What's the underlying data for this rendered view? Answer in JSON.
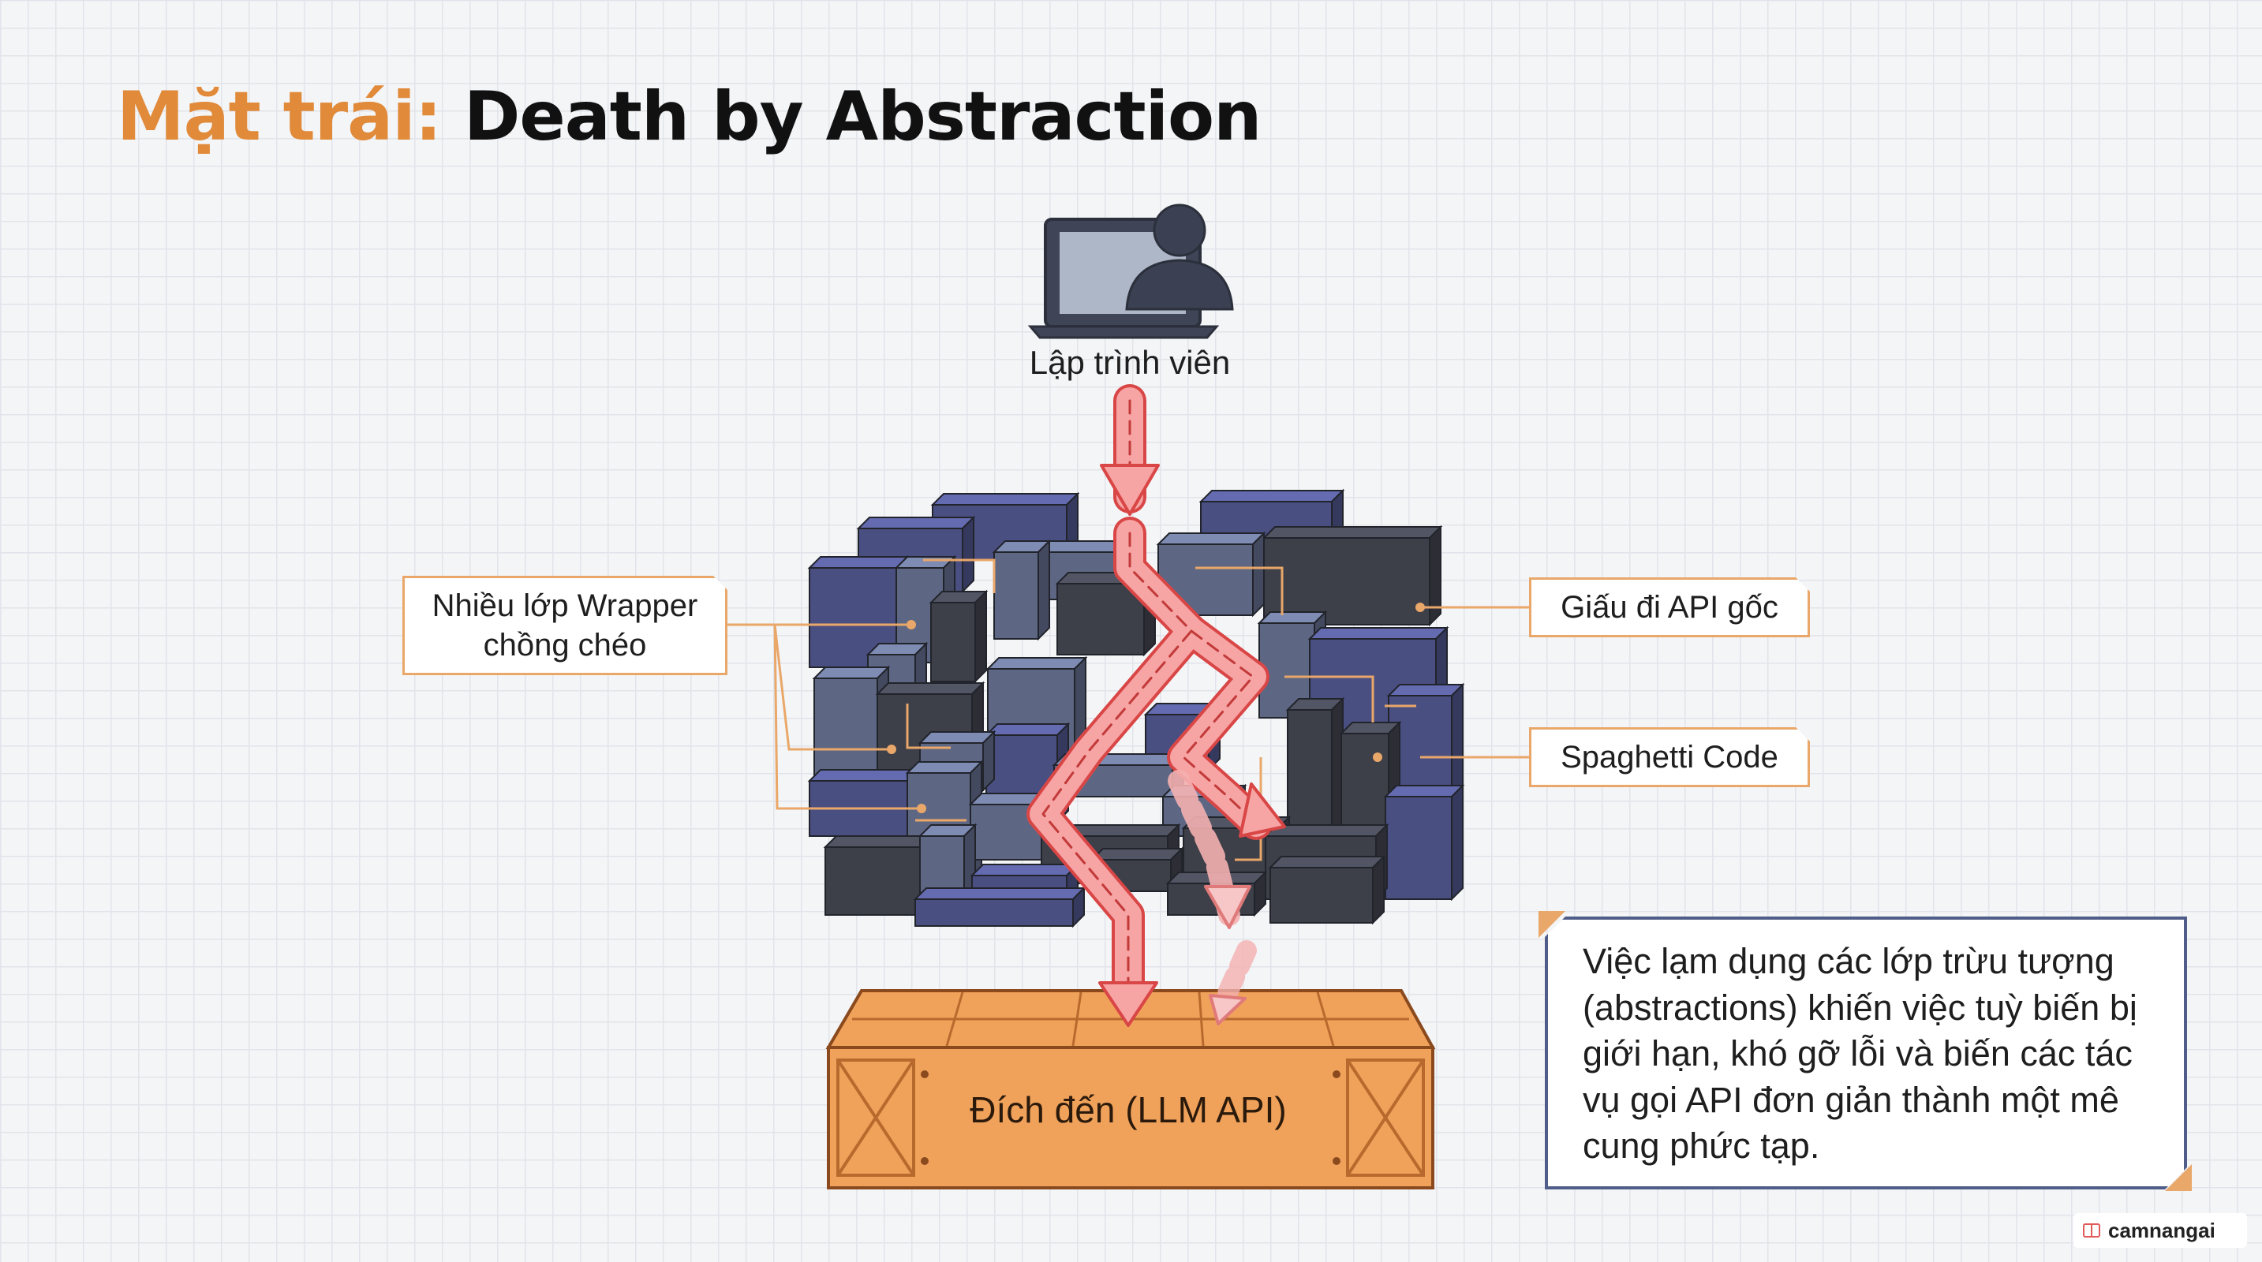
{
  "title": {
    "accent": "Mặt trái:",
    "main": "Death by Abstraction"
  },
  "developer": {
    "label": "Lập trình viên",
    "icon": "developer-laptop-icon"
  },
  "callouts": {
    "wrapper": {
      "line1": "Nhiều lớp Wrapper",
      "line2": "chồng chéo"
    },
    "hidden_api": "Giấu đi API gốc",
    "spaghetti": "Spaghetti Code"
  },
  "destination": {
    "label": "Đích đến (LLM API)",
    "icon": "crate-icon"
  },
  "note": "Việc lạm dụng các lớp trừu tượng (abstractions) khiến việc tuỳ biến bị giới hạn, khó gỡ lỗi và biến các tác vụ gọi API đơn giản thành một mê cung phức tạp.",
  "watermark": "camnangai",
  "colors": {
    "accent": "#e08a3a",
    "block_dark": "#3d3f49",
    "block_slate": "#5d6784",
    "block_indigo": "#4a4f82",
    "arrow": "#f08a8a",
    "crate": "#f0a25a"
  }
}
